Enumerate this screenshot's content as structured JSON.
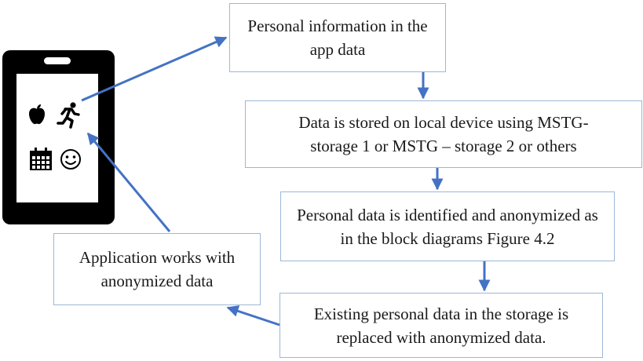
{
  "diagram": {
    "steps": [
      {
        "id": "box1",
        "lines": [
          "Personal information in the",
          "app data"
        ]
      },
      {
        "id": "box2",
        "lines": [
          "Data is stored on local device using MSTG-",
          "storage 1 or MSTG – storage 2 or others"
        ]
      },
      {
        "id": "box3",
        "lines": [
          "Personal data is identified and anonymized as",
          "in the block diagrams Figure 4.2"
        ]
      },
      {
        "id": "box5",
        "lines": [
          "Existing personal data in the storage is",
          "replaced with anonymized data."
        ]
      },
      {
        "id": "box4",
        "lines": [
          "Application works with",
          "anonymized data"
        ]
      }
    ],
    "phone_icons": [
      "apple-icon",
      "runner-icon",
      "calendar-icon",
      "smiley-icon"
    ],
    "colors": {
      "arrow": "#4472c4",
      "box_border": "#9db7d6",
      "phone": "#000000",
      "text": "#1a1a1a"
    }
  }
}
